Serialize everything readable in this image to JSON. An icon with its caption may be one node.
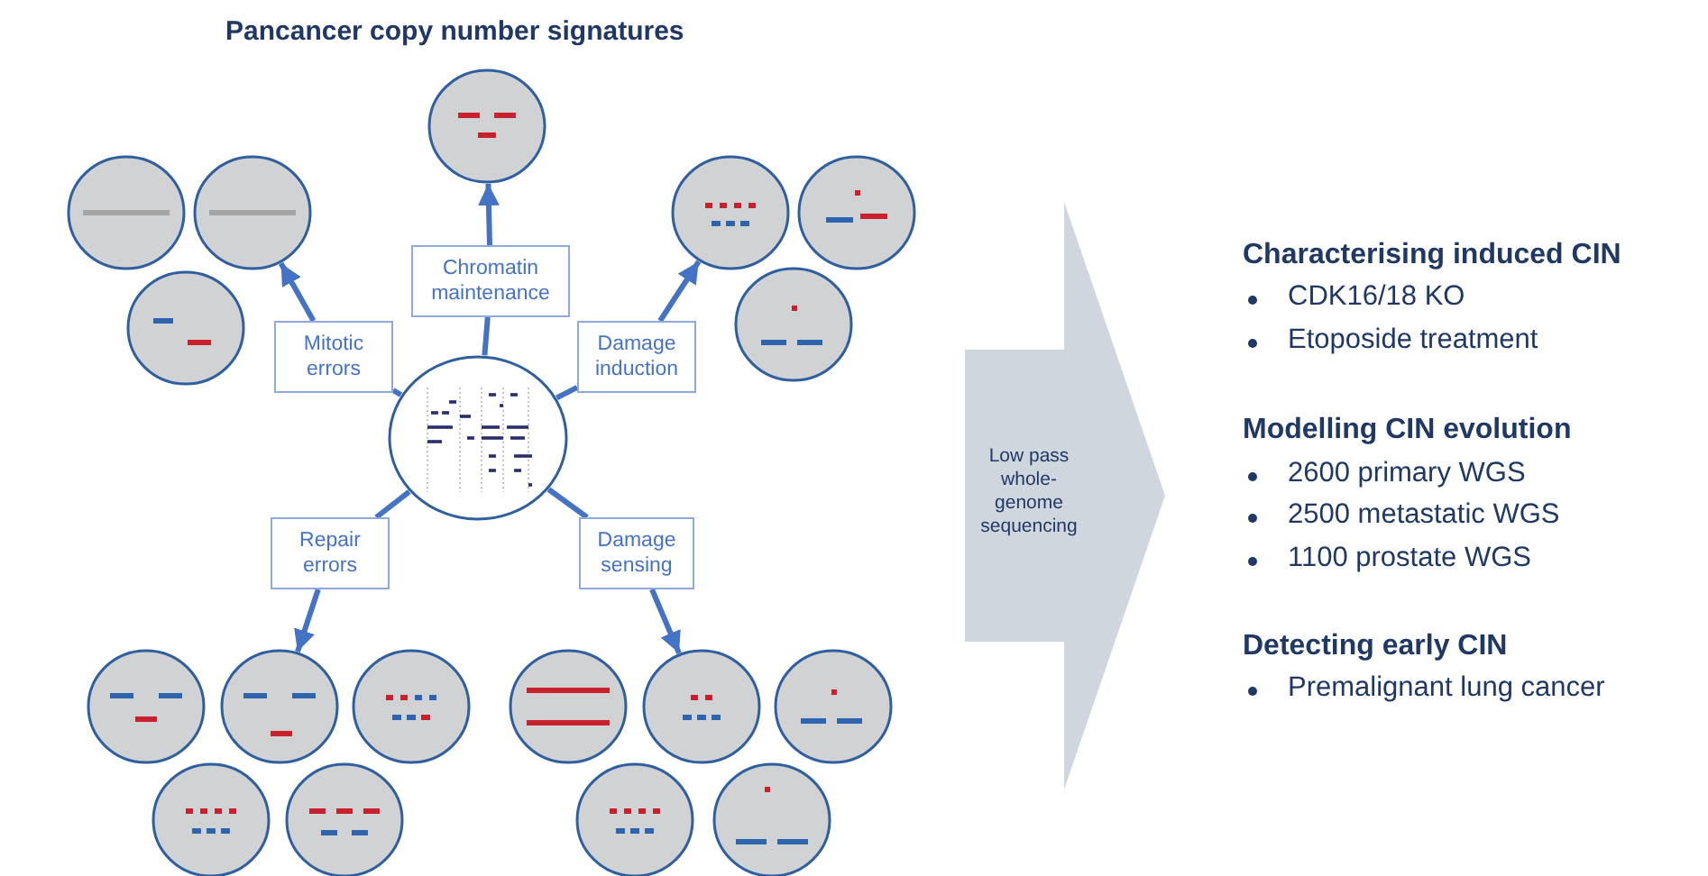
{
  "diagram": {
    "title": "Pancancer copy number signatures",
    "nodes": [
      {
        "text": [],
        "shape": "picture"
      },
      {
        "text": [
          "Chromatin maintenance"
        ]
      },
      {
        "text": [
          "Mitotic errors"
        ]
      },
      {
        "text": [
          "Damage induction"
        ]
      },
      {
        "text": [
          "Repair errors"
        ]
      },
      {
        "text": [
          "Damage sensing"
        ]
      },
      {
        "text": [
          "Low pass whole-genome sequencing"
        ]
      },
      {
        "text": [],
        "shape": "circle"
      },
      {
        "text": [],
        "shape": "circle"
      },
      {
        "text": [],
        "shape": "circle"
      },
      {
        "text": [],
        "shape": "circle"
      },
      {
        "text": [],
        "shape": "circle"
      },
      {
        "text": [],
        "shape": "circle"
      },
      {
        "text": [],
        "shape": "circle"
      },
      {
        "text": [],
        "shape": "circle"
      },
      {
        "text": [],
        "shape": "circle"
      },
      {
        "text": [],
        "shape": "circle"
      },
      {
        "text": [],
        "shape": "circle"
      },
      {
        "text": [],
        "shape": "circle"
      },
      {
        "text": [],
        "shape": "circle"
      },
      {
        "text": [],
        "shape": "circle"
      },
      {
        "text": [],
        "shape": "circle"
      },
      {
        "text": [],
        "shape": "circle"
      },
      {
        "text": [],
        "shape": "circle"
      }
    ],
    "edges": [
      {
        "from": 0,
        "to": 1,
        "arrow": "none"
      },
      {
        "from": 1,
        "to": 7,
        "arrow": "to"
      },
      {
        "from": 0,
        "to": 2,
        "arrow": "none"
      },
      {
        "from": 2,
        "to": 9,
        "arrow": "to"
      },
      {
        "from": 0,
        "to": 3,
        "arrow": "none"
      },
      {
        "from": 3,
        "to": 11,
        "arrow": "to"
      },
      {
        "from": 0,
        "to": 4,
        "arrow": "none"
      },
      {
        "from": 4,
        "to": 15,
        "arrow": "to"
      },
      {
        "from": 0,
        "to": 5,
        "arrow": "none"
      },
      {
        "from": 5,
        "to": 20,
        "arrow": "to"
      }
    ],
    "labels": [
      "Characterising induced CIN",
      "CDK16/18 KO",
      "Etoposide treatment",
      "Modelling CIN evolution",
      "2600 primary WGS",
      "2500 metastatic WGS",
      "1100 prostate WGS",
      "Detecting early CIN",
      "Premalignant lung cancer"
    ]
  }
}
